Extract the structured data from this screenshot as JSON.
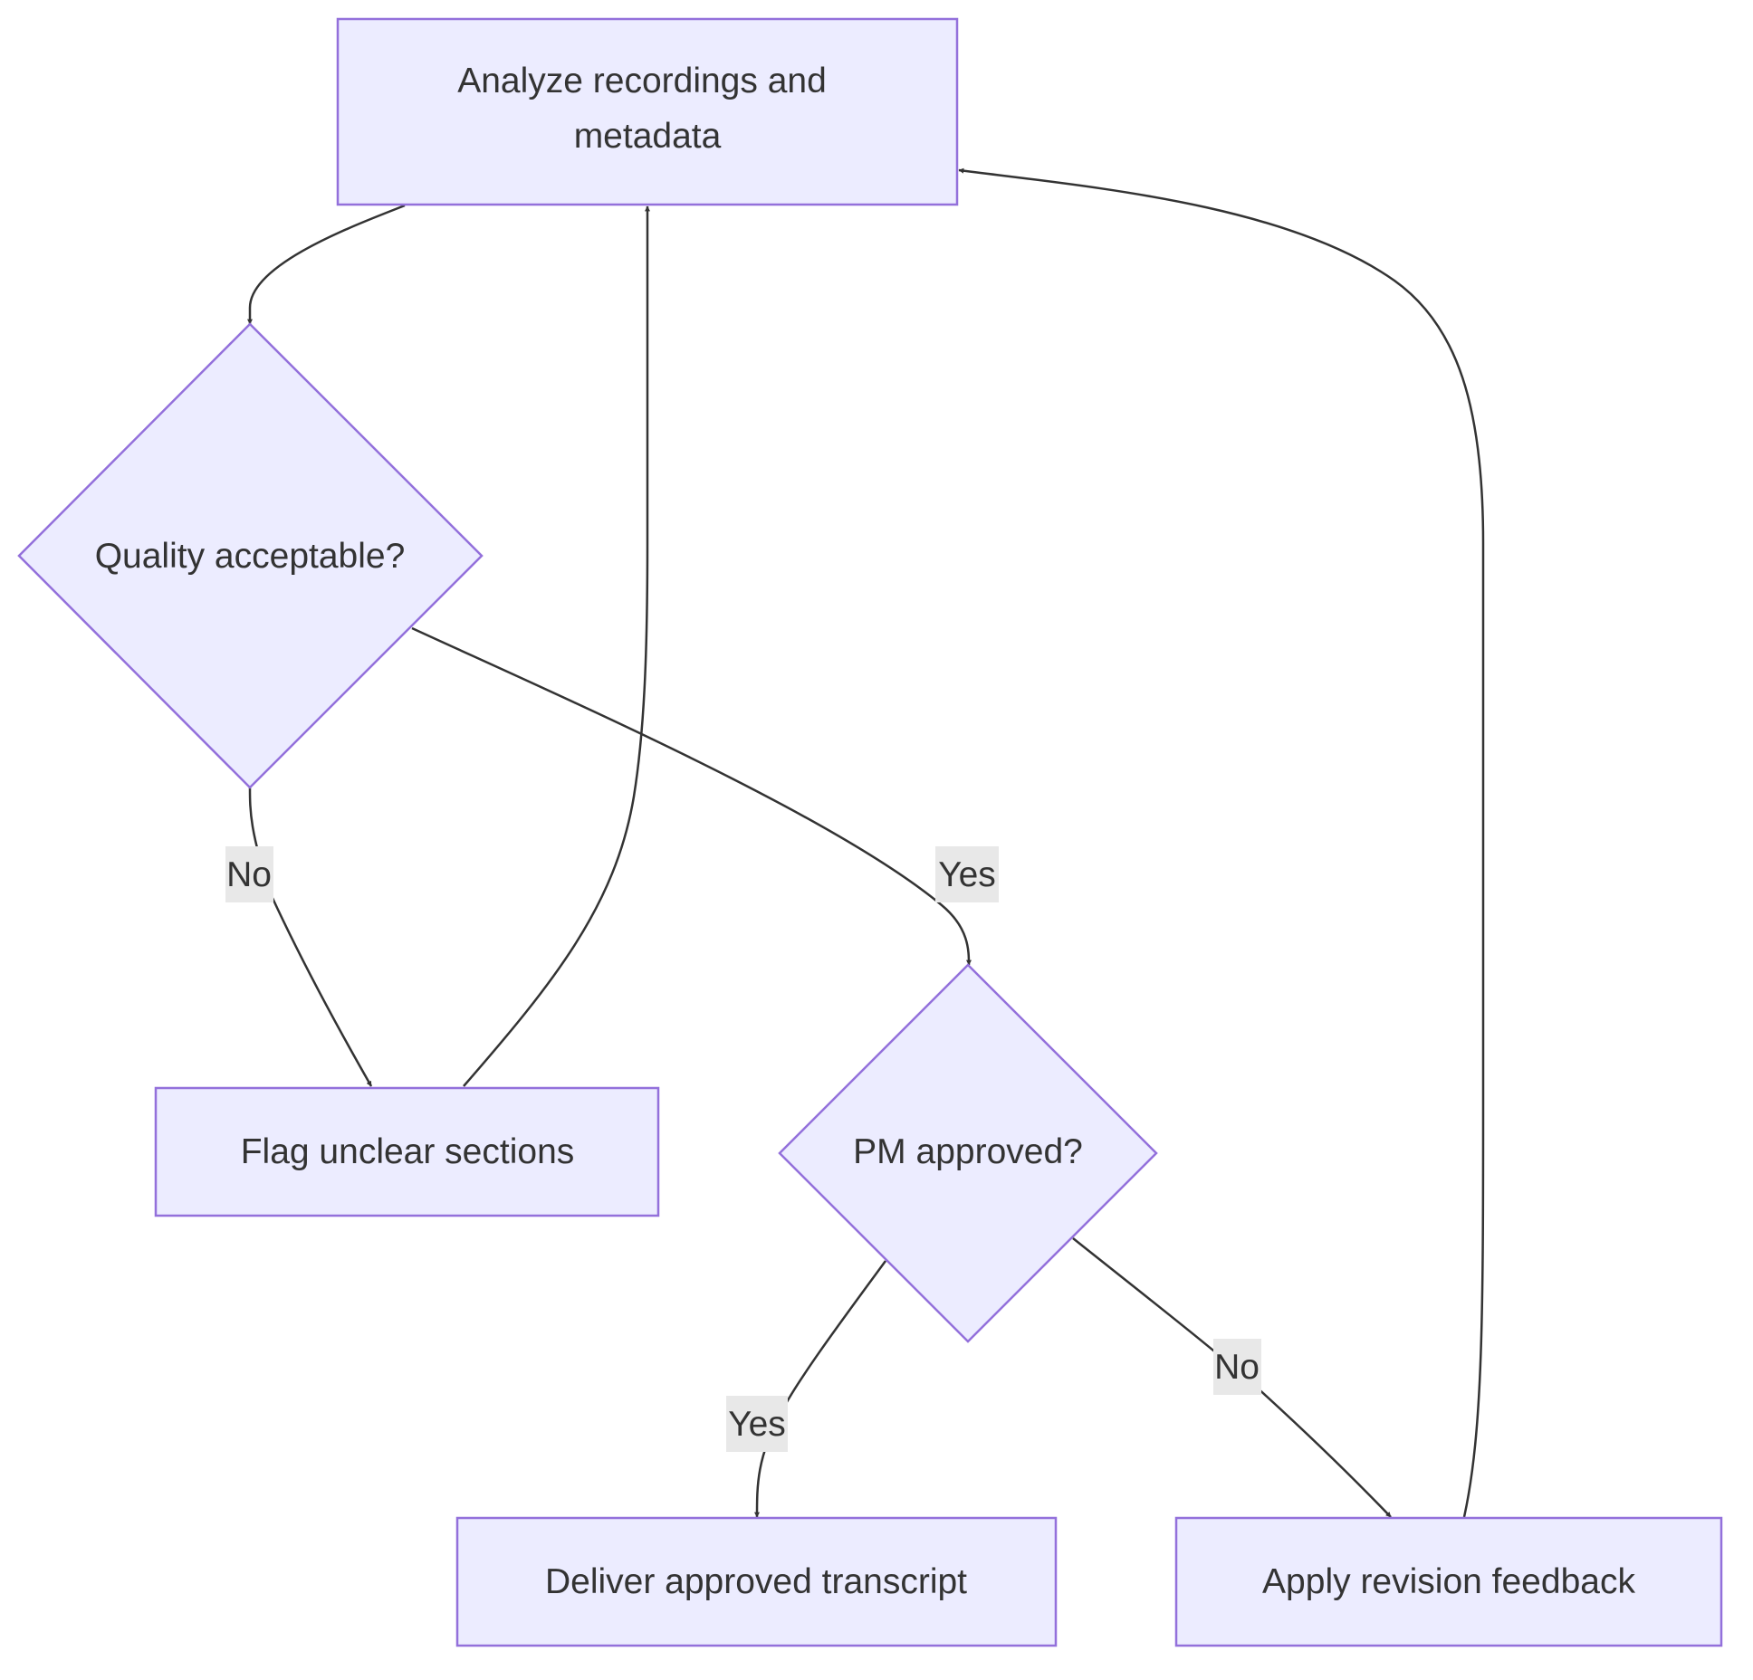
{
  "colors": {
    "node_fill": "#ececff",
    "node_stroke": "#9370db",
    "edge": "#333333",
    "edge_label_bg": "#e8e8e8",
    "text": "#333333"
  },
  "nodes": {
    "analyze": {
      "line1": "Analyze recordings and",
      "line2": "metadata"
    },
    "quality": "Quality acceptable?",
    "flag": "Flag unclear sections",
    "pm": "PM approved?",
    "deliver": "Deliver approved transcript",
    "revise": "Apply revision feedback"
  },
  "edges": {
    "quality_no": "No",
    "quality_yes": "Yes",
    "pm_yes": "Yes",
    "pm_no": "No"
  }
}
